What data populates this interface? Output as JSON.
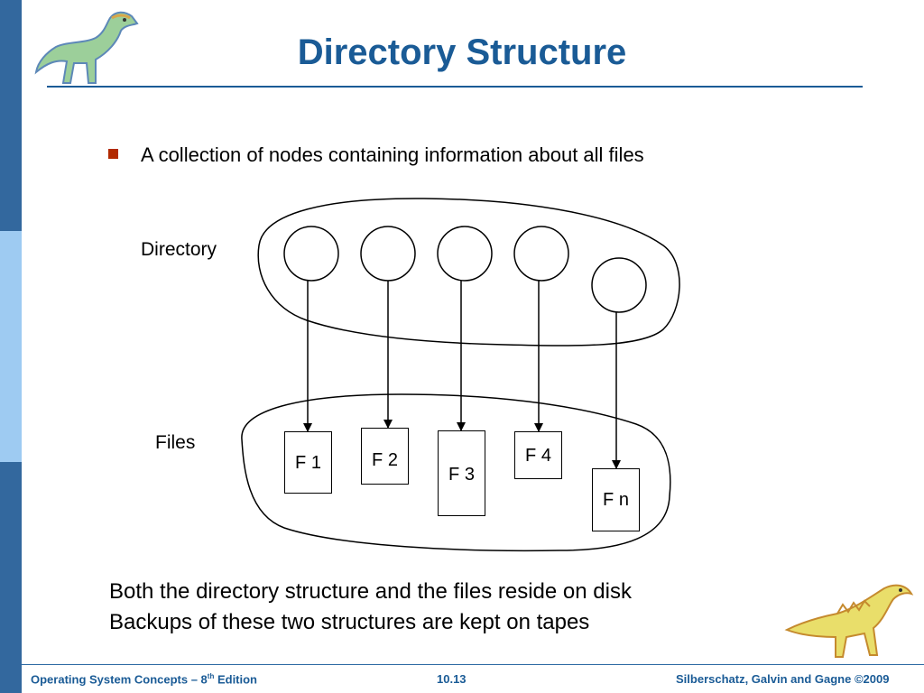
{
  "colors": {
    "accent": "#1a5b96",
    "sidebar_dark": "#33689e",
    "sidebar_light": "#9ecbf2",
    "bullet": "#b22a00"
  },
  "slide": {
    "title": "Directory Structure",
    "bullet": "A collection of nodes containing information about all files"
  },
  "diagram": {
    "directory_label": "Directory",
    "files_label": "Files",
    "directory_node_count": 5,
    "files": [
      {
        "label": "F 1"
      },
      {
        "label": "F 2"
      },
      {
        "label": "F 3"
      },
      {
        "label": "F 4"
      },
      {
        "label": "F n"
      }
    ],
    "edges": [
      {
        "from": "node-1",
        "to": "F 1"
      },
      {
        "from": "node-2",
        "to": "F 2"
      },
      {
        "from": "node-3",
        "to": "F 3"
      },
      {
        "from": "node-4",
        "to": "F 4"
      },
      {
        "from": "node-5",
        "to": "F n"
      }
    ]
  },
  "notes": [
    "Both the directory structure and the files reside on disk",
    "Backups of these two structures are kept on tapes"
  ],
  "footer": {
    "left_prefix": "Operating System Concepts – 8",
    "left_sup": "th",
    "left_suffix": " Edition",
    "page": "10.13",
    "right": "Silberschatz, Galvin and Gagne ©2009"
  }
}
